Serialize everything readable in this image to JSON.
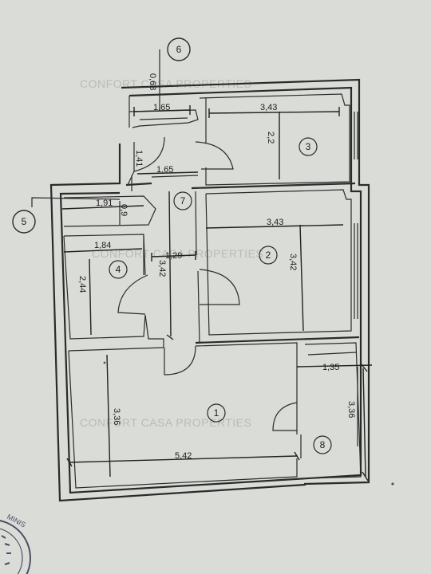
{
  "watermark": "CONFORT CASA PROPERTIES",
  "dimensions": {
    "d_068": "0,68",
    "d_165_top": "1,65",
    "d_343_top": "3,43",
    "d_22": "2,2",
    "d_141": "1,41",
    "d_165_mid": "1,65",
    "d_191": "1,91",
    "d_09": "0,9",
    "d_343_mid": "3,43",
    "d_184": "1,84",
    "d_129": "1,29",
    "d_342_hall": "3,42",
    "d_342_room": "3,42",
    "d_244": "2,44",
    "d_135": "1,35",
    "d_336_right": "3,36",
    "d_336_left": "3,36",
    "d_542": "5,42"
  },
  "rooms": [
    "1",
    "2",
    "3",
    "4",
    "7",
    "8"
  ],
  "axis_markers": [
    "6",
    "5"
  ],
  "stamp_text": "MINIS"
}
